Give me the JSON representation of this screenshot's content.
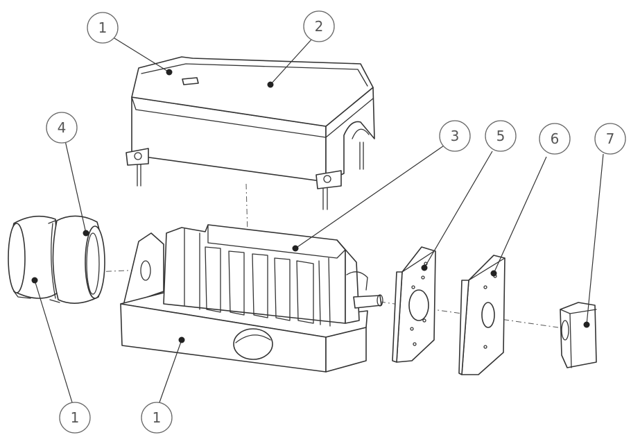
{
  "callouts": [
    {
      "id": "top-cover",
      "label": "1"
    },
    {
      "id": "cover",
      "label": "2"
    },
    {
      "id": "contact-block",
      "label": "3"
    },
    {
      "id": "sleeve",
      "label": "4"
    },
    {
      "id": "plate-small",
      "label": "5"
    },
    {
      "id": "plate-large",
      "label": "6"
    },
    {
      "id": "knob",
      "label": "7"
    },
    {
      "id": "sleeve-base",
      "label": "1"
    },
    {
      "id": "housing-base",
      "label": "1"
    }
  ],
  "colors": {
    "line": "#333333",
    "bubble": "#666666",
    "text": "#555555"
  }
}
